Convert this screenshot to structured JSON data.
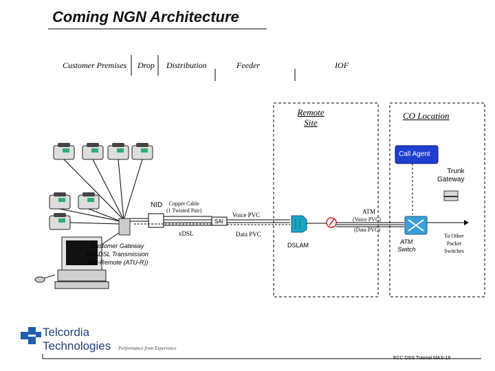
{
  "title": "Coming NGN  Architecture",
  "segments": {
    "customer_premises": "Customer Premises",
    "drop": "Drop",
    "distribution": "Distribution",
    "feeder": "Feeder",
    "iof": "IOF"
  },
  "remote_site": {
    "line1": "Remote",
    "line2": "Site"
  },
  "co_location": "CO Location",
  "call_agent": "Call Agent",
  "trunk_gateway": {
    "line1": "Trunk",
    "line2": "Gateway"
  },
  "nid": "NID",
  "copper_cable": {
    "line1": "Copper Cable",
    "line2": "(1 Twisted Pair)"
  },
  "sai": "SAI",
  "xdsl": "xDSL",
  "voice_pvc": "Voice PVC",
  "data_pvc": "Data PVC",
  "atm": {
    "label": "ATM",
    "voice_pvc": "(Voice PVC)",
    "data_pvc": "(Data PVC)"
  },
  "dslam": "DSLAM",
  "atm_switch": {
    "line1": "ATM",
    "line2": "Switch"
  },
  "to_other": {
    "line1": "To Other",
    "line2": "Packet",
    "line3": "Switches"
  },
  "customer_gateway": {
    "line1": "Customer Gateway",
    "line2": "w/ ADSL Transmission",
    "line3": "Unit-Remote (ATU-R))"
  },
  "logo": {
    "line1": "Telcordia",
    "line2": "Technologies",
    "tagline": "Performance from Experience"
  },
  "footer": "FCC OSS Tutorial MAS-19",
  "colors": {
    "call_agent": "#1f3fd0",
    "switch": "#3a9fd8",
    "logo_blue": "#1f5fae",
    "dslam": "#1aa5c7"
  }
}
